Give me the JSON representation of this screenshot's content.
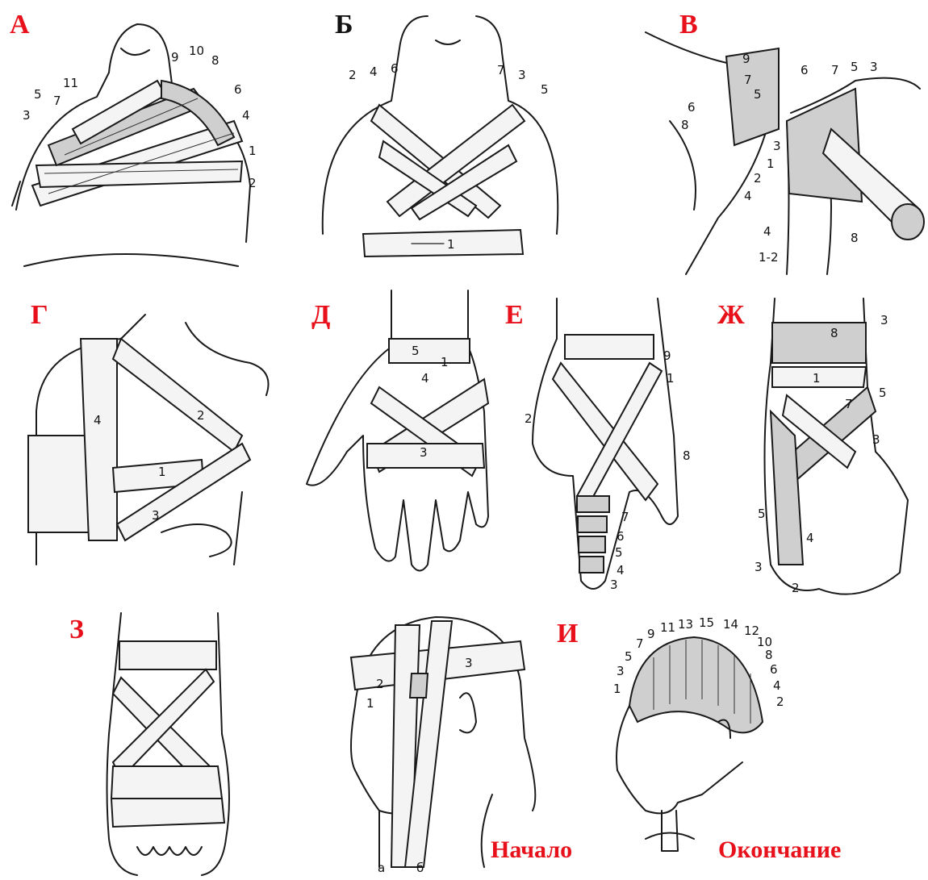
{
  "colors": {
    "label_red": "#e8111b",
    "ink": "#1a1a1a"
  },
  "panels": {
    "a": {
      "letter": "А",
      "numbers": [
        "5",
        "7",
        "11",
        "3",
        "9",
        "10",
        "8",
        "6",
        "4",
        "1",
        "2"
      ]
    },
    "b": {
      "letter": "Б",
      "numbers": [
        "2",
        "4",
        "6",
        "7",
        "3",
        "5",
        "1"
      ]
    },
    "v": {
      "letter": "В",
      "numbers": [
        "9",
        "7",
        "5",
        "6",
        "8",
        "3",
        "1",
        "2",
        "4",
        "6",
        "7",
        "5",
        "3",
        "4",
        "1-2",
        "8"
      ]
    },
    "g": {
      "letter": "Г",
      "numbers": [
        "4",
        "1",
        "2",
        "3"
      ]
    },
    "d": {
      "letter": "Д",
      "numbers": [
        "5",
        "1",
        "4",
        "3"
      ]
    },
    "e": {
      "letter": "Е",
      "numbers": [
        "9",
        "1",
        "2",
        "8",
        "7",
        "6",
        "5",
        "4",
        "3"
      ]
    },
    "zh": {
      "letter": "Ж",
      "numbers": [
        "8",
        "3",
        "1",
        "5",
        "7",
        "3",
        "5",
        "4",
        "3",
        "2"
      ]
    },
    "z": {
      "letter": "З",
      "numbers": []
    },
    "head_start": {
      "numbers": [
        "1",
        "2",
        "3",
        "а",
        "б"
      ],
      "caption": "Начало"
    },
    "i": {
      "letter": "И",
      "numbers": [
        "1",
        "3",
        "5",
        "7",
        "9",
        "11",
        "13",
        "15",
        "14",
        "12",
        "10",
        "8",
        "6",
        "4",
        "2"
      ],
      "caption": "Окончание"
    }
  }
}
